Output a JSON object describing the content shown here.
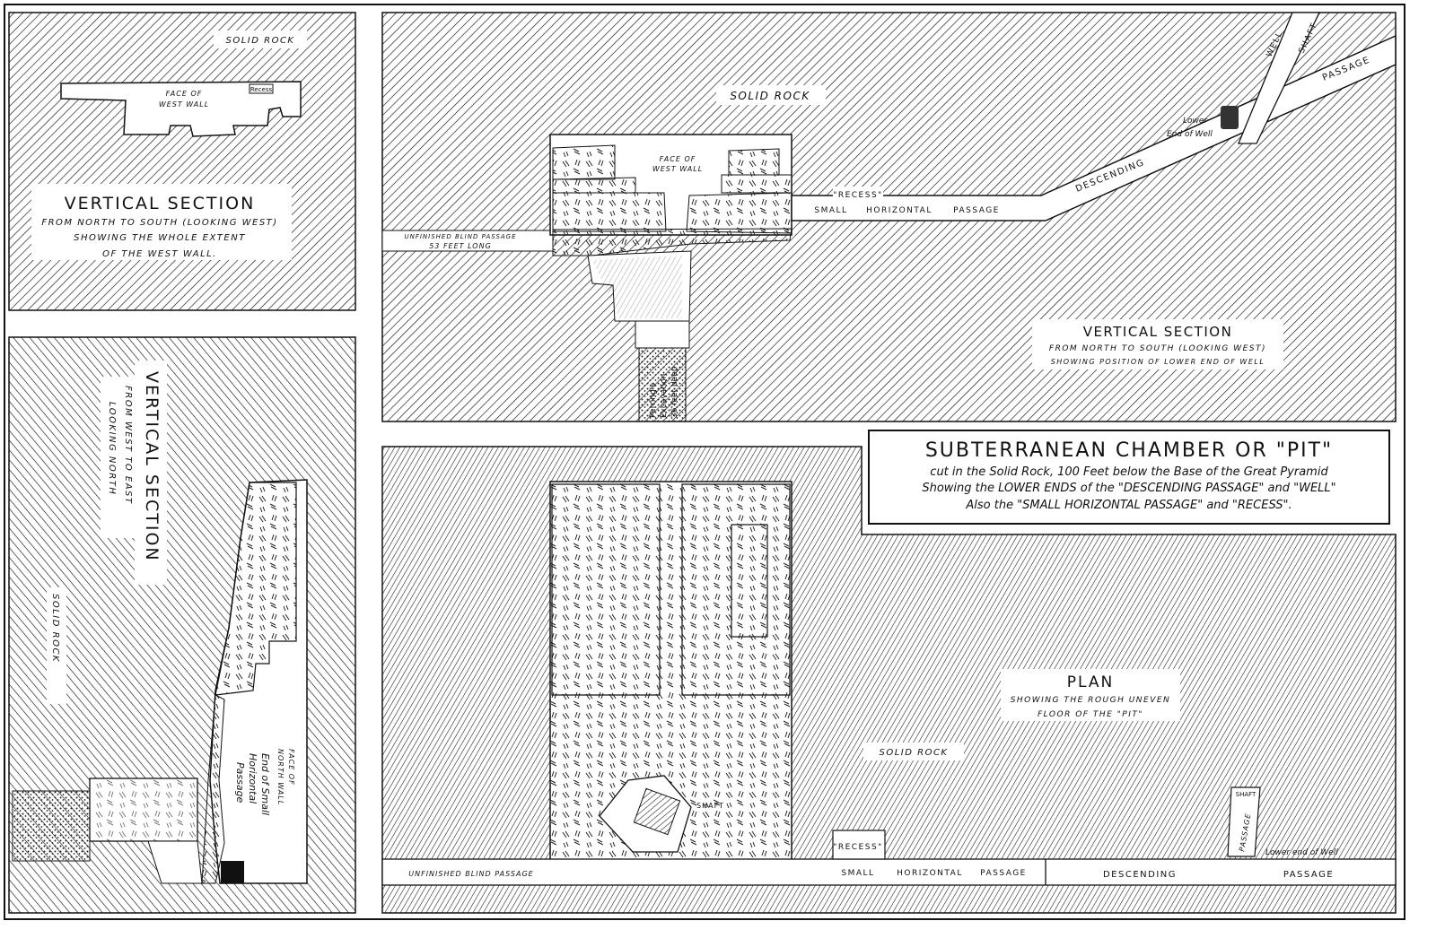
{
  "title_box": {
    "title": "SUBTERRANEAN CHAMBER OR \"PIT\"",
    "line1": "cut in the Solid Rock, 100 Feet below the Base of the Great Pyramid",
    "line2": "Showing the LOWER ENDS of the \"DESCENDING PASSAGE\" and \"WELL\"",
    "line3": "Also the \"SMALL HORIZONTAL PASSAGE\" and \"RECESS\"."
  },
  "panel_west_wall": {
    "solid_rock": "SOLID ROCK",
    "face_line1": "FACE OF",
    "face_line2": "WEST WALL",
    "recess": "Recess",
    "title": "VERTICAL SECTION",
    "sub1": "FROM NORTH TO SOUTH (LOOKING WEST)",
    "sub2": "SHOWING THE WHOLE EXTENT",
    "sub3": "OF THE WEST WALL."
  },
  "panel_west_east": {
    "title": "VERTICAL SECTION",
    "sub1": "FROM WEST TO EAST",
    "sub2": "LOOKING NORTH",
    "solid_rock": "SOLID ROCK",
    "face_line1": "FACE OF",
    "face_line2": "NORTH WALL",
    "end1": "End of Small",
    "end2": "Horizontal",
    "end3": "Passage"
  },
  "panel_section": {
    "solid_rock": "SOLID ROCK",
    "face_line1": "FACE OF",
    "face_line2": "WEST WALL",
    "blind1": "UNFINISHED BLIND PASSAGE",
    "blind2": "53 FEET LONG",
    "recess": "\"RECESS\"",
    "small": "SMALL",
    "horizontal": "HORIZONTAL",
    "passage": "PASSAGE",
    "descending": "DESCENDING",
    "passage2": "PASSAGE",
    "well": "WELL",
    "shaft": "SHAFT",
    "lower1": "Lower",
    "lower2": "End of Well",
    "perring1": "Perring's",
    "perring2": "Excavation",
    "perring3": "36 feet deep",
    "title": "VERTICAL SECTION",
    "sub1": "FROM NORTH TO SOUTH (LOOKING WEST)",
    "sub2": "SHOWING POSITION OF LOWER END OF WELL"
  },
  "panel_plan": {
    "title": "PLAN",
    "sub1": "SHOWING THE ROUGH UNEVEN",
    "sub2": "FLOOR OF THE \"PIT\"",
    "solid_rock": "SOLID ROCK",
    "shaft": "SHAFT",
    "blind": "UNFINISHED BLIND PASSAGE",
    "recess": "\"RECESS\"",
    "small": "SMALL",
    "horizontal": "HORIZONTAL",
    "passage": "PASSAGE",
    "descending": "DESCENDING",
    "passage2": "PASSAGE",
    "well_shaft": "SHAFT",
    "well_passage": "PASSAGE",
    "lower_end": "Lower end of Well"
  }
}
